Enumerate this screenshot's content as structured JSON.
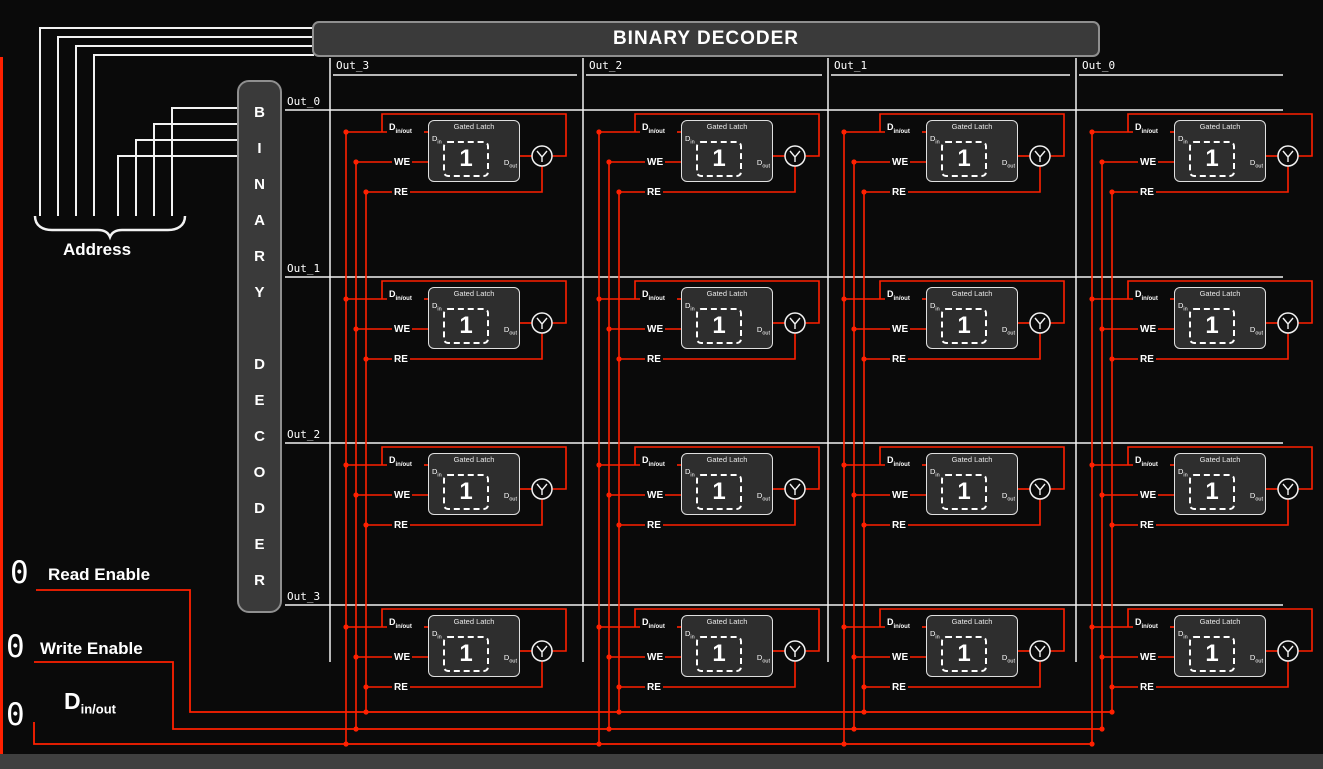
{
  "colors": {
    "accent_red": "#ff2000",
    "wire_white": "#f2f2f2",
    "panel_gray": "#3a3a3a",
    "background": "#0a0a0a"
  },
  "top_decoder": {
    "label": "BINARY DECODER"
  },
  "left_decoder": {
    "label": "B\nI\nN\nA\nR\nY\n\nD\nE\nC\nO\nD\nE\nR"
  },
  "grid": {
    "column_labels": [
      "Out_3",
      "Out_2",
      "Out_1",
      "Out_0"
    ],
    "row_labels": [
      "Out_0",
      "Out_1",
      "Out_2",
      "Out_3"
    ]
  },
  "address": {
    "label": "Address"
  },
  "inputs": {
    "read_enable": {
      "value": "0",
      "label": "Read Enable"
    },
    "write_enable": {
      "value": "0",
      "label": "Write Enable"
    },
    "data_line": {
      "value": "0",
      "label_prefix": "D",
      "label_sub": "in/out"
    }
  },
  "latch": {
    "title": "Gated Latch",
    "value": "1",
    "d_inout_prefix": "D",
    "d_inout_sub": "in/out",
    "we_label": "WE",
    "re_label": "RE",
    "din_prefix": "D",
    "din_sub": "in",
    "dout_prefix": "D",
    "dout_sub": "out"
  }
}
